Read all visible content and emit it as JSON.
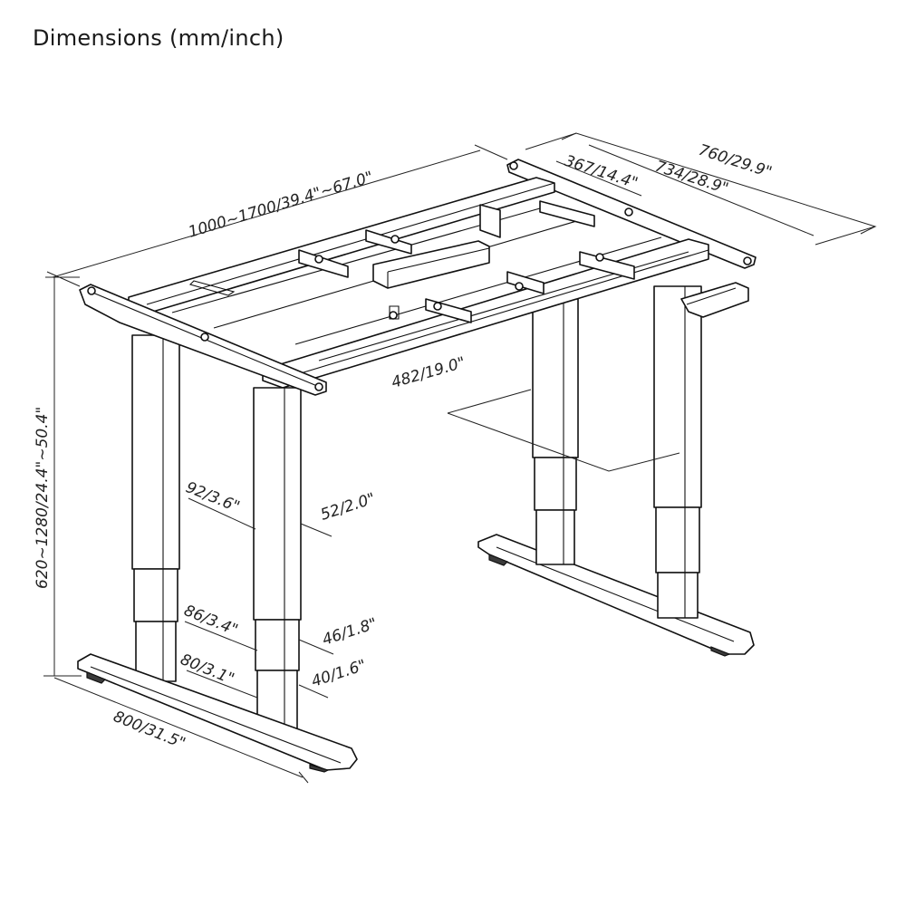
{
  "title": "Dimensions (mm/inch)",
  "dimensions": {
    "width_range": "1000~1700/39.4\"~67.0\"",
    "depth_top": "760/29.9\"",
    "depth_frame": "734/28.9\"",
    "depth_inner": "367/14.4\"",
    "crossbar": "482/19.0\"",
    "height_range": "620~1280/24.4\"~50.4\"",
    "tube1_depth": "92/3.6\"",
    "tube1_width": "52/2.0\"",
    "tube2_depth": "86/3.4\"",
    "tube2_width": "46/1.8\"",
    "tube3_depth": "80/3.1\"",
    "tube3_width": "40/1.6\"",
    "foot_length": "800/31.5\""
  }
}
